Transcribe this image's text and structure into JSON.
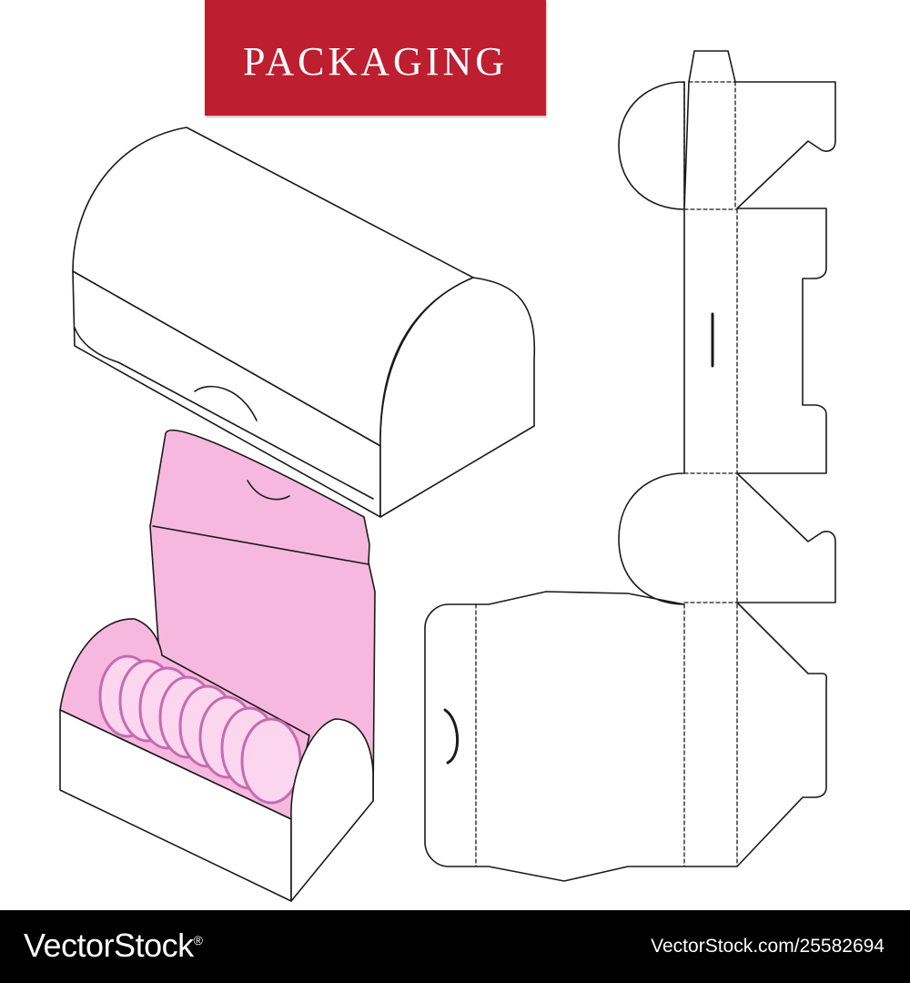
{
  "banner": {
    "title": "PACKAGING"
  },
  "colors": {
    "banner": "#bd1e30",
    "outline": "#1a1a1a",
    "inner_pink": "#f6b8de",
    "cookie_fill": "#fbd6ee",
    "cookie_stroke": "#c66bb0",
    "footer_bg": "#000000"
  },
  "footer": {
    "brand": "VectorStock",
    "registered": "®",
    "image_id": "VectorStock.com/25582694"
  }
}
